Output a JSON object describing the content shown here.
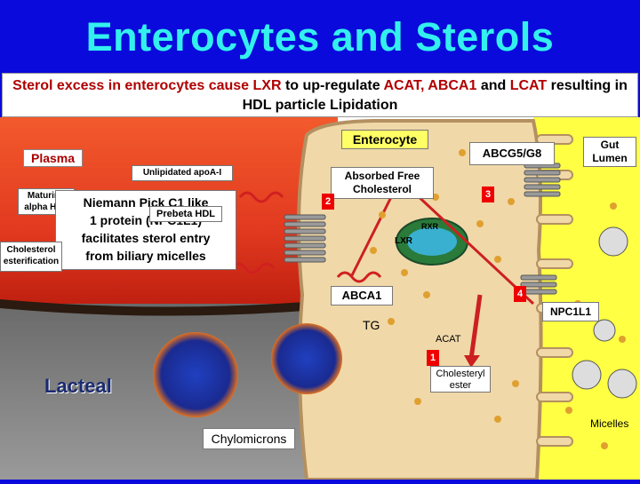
{
  "slide": {
    "title": "Enterocytes and Sterols",
    "subtitle_parts": [
      {
        "text": "Sterol excess in enterocytes cause ",
        "style": "r"
      },
      {
        "text": "LXR",
        "style": "r"
      },
      {
        "text": " to up-regulate ",
        "style": "k"
      },
      {
        "text": "ACAT, ABCA1",
        "style": "r"
      },
      {
        "text": " and ",
        "style": "k"
      },
      {
        "text": "LCAT",
        "style": "r"
      },
      {
        "text": " resulting in HDL particle Lipidation",
        "style": "k"
      }
    ]
  },
  "labels": {
    "plasma": "Plasma",
    "enterocyte": "Enterocyte",
    "abcg": "ABCG5/G8",
    "gut_lumen": "Gut Lumen",
    "unlipidated": "Unlipidated apoA-I",
    "absorbed": "Absorbed Free Cholesterol",
    "maturing": "Maturing alpha HDL",
    "niemann_line1": "Niemann Pick C1 like",
    "niemann_line2": "1 protein (NPC1L1)",
    "niemann_line3": "facilitates sterol entry",
    "niemann_line4": "from biliary micelles",
    "prebeta": "Prebeta HDL",
    "chol_ester": "Cholesterol esterification",
    "rxr": "RXR",
    "lxr": "LXR",
    "abca1": "ABCA1",
    "npc1l1": "NPC1L1",
    "tg": "TG",
    "acat": "ACAT",
    "cholesteryl": "Cholesteryl ester",
    "lacteal": "Lacteal",
    "chylomicrons": "Chylomicrons",
    "micelles": "Micelles"
  },
  "numbers": {
    "n1": "1",
    "n2": "2",
    "n3": "3",
    "n4": "4"
  },
  "colors": {
    "background": "#0a0adc",
    "title": "#33f0ee",
    "plasma": "#e84a2a",
    "lacteal": "#7a7a7a",
    "enterocyte": "#f0d8a8",
    "gut_lumen": "#ffff44",
    "marker": "#ee0000"
  }
}
